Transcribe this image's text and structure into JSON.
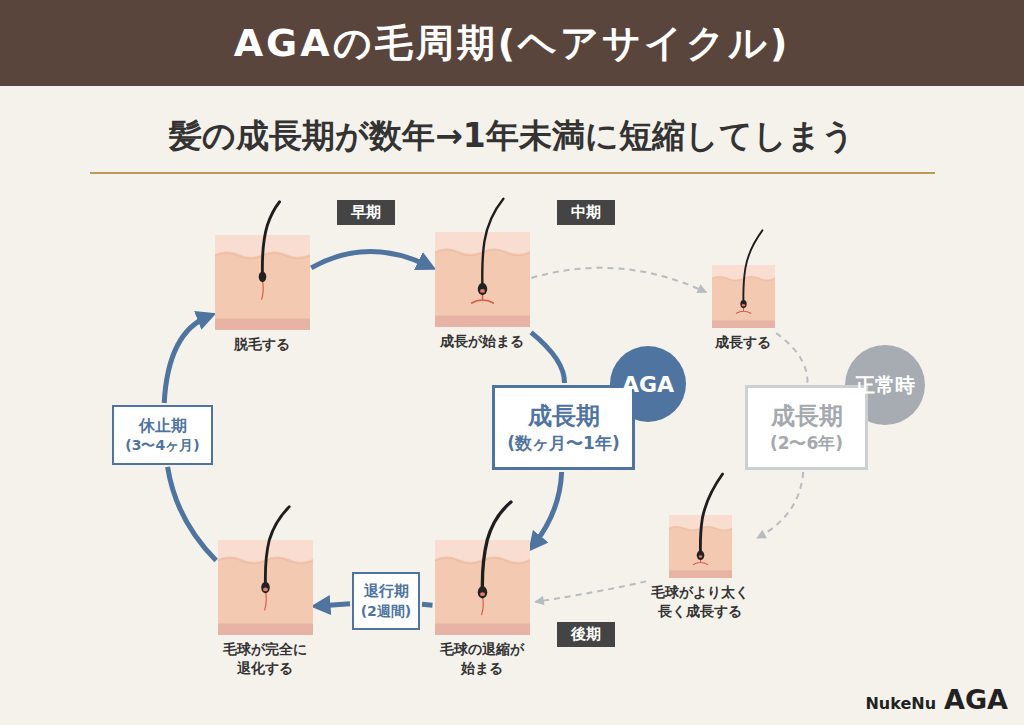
{
  "diagram": {
    "title": "AGAの毛周期(ヘアサイクル)",
    "nodes": [
      {
        "text": [
          "脱毛する"
        ]
      },
      {
        "text": [
          "成長が始まる"
        ]
      },
      {
        "text": [
          "成長する"
        ]
      },
      {
        "text": [
          "AGA"
        ]
      },
      {
        "text": [
          "成長期",
          "(数ヶ月〜1年)"
        ]
      },
      {
        "text": [
          "正常時"
        ]
      },
      {
        "text": [
          "成長期",
          "(2〜6年)"
        ]
      },
      {
        "text": [
          "休止期",
          "(3〜4ヶ月)"
        ]
      },
      {
        "text": [
          "毛球がより太く 長く成長する"
        ]
      },
      {
        "text": [
          "毛球の退縮が 始まる"
        ]
      },
      {
        "text": [
          "退行期",
          "(2週間)"
        ]
      },
      {
        "text": [
          "毛球が完全に 退化する"
        ]
      }
    ],
    "edges": [
      {
        "from": 0,
        "to": 1,
        "arrow": "to"
      },
      {
        "from": 1,
        "to": 4,
        "arrow": "none"
      },
      {
        "from": 4,
        "to": 9,
        "arrow": "to"
      },
      {
        "from": 9,
        "to": 10,
        "arrow": "none"
      },
      {
        "from": 10,
        "to": 11,
        "arrow": "to"
      },
      {
        "from": 11,
        "to": 7,
        "arrow": "none"
      },
      {
        "from": 7,
        "to": 0,
        "arrow": "to"
      },
      {
        "from": 1,
        "to": 2,
        "arrow": "to"
      },
      {
        "from": 2,
        "to": 6,
        "arrow": "none"
      },
      {
        "from": 6,
        "to": 8,
        "arrow": "to"
      },
      {
        "from": 8,
        "to": 9,
        "arrow": "to"
      }
    ],
    "labels": [
      "髪の成長期が数年→1年未満に短縮してしまう",
      "早期",
      "中期",
      "後期",
      "NukeNu",
      "AGA"
    ]
  }
}
